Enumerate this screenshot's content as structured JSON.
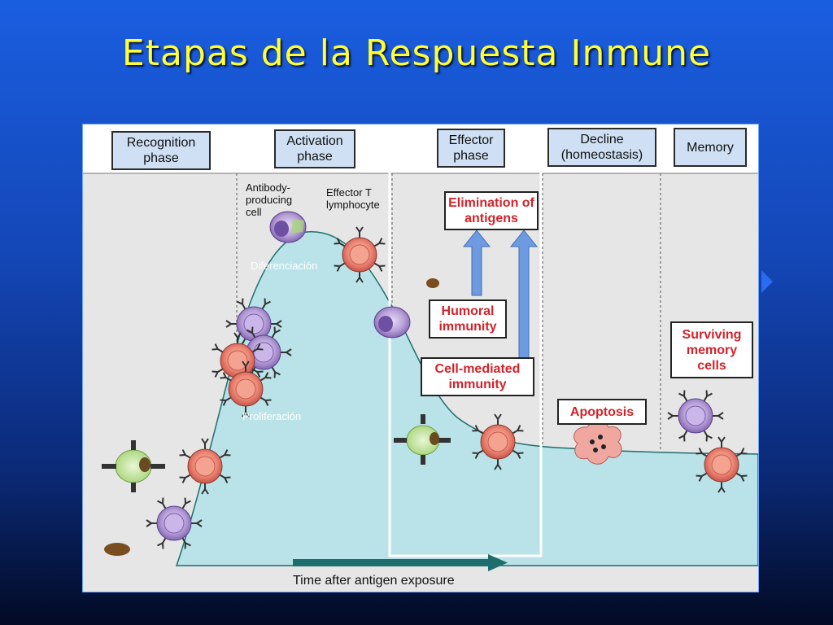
{
  "title": "Etapas de la Respuesta Inmune",
  "phases": [
    {
      "id": "recognition",
      "label": "Recognition phase"
    },
    {
      "id": "activation",
      "label": "Activation phase"
    },
    {
      "id": "effector",
      "label": "Effector phase"
    },
    {
      "id": "decline",
      "label": "Decline (homeostasis)"
    },
    {
      "id": "memory",
      "label": "Memory"
    }
  ],
  "cell_labels": {
    "antibody_producing": "Antibody-producing cell",
    "effector_t": "Effector T lymphocyte"
  },
  "boxes": {
    "elimination": "Elimination of antigens",
    "humoral": "Humoral immunity",
    "cell_mediated": "Cell-mediated immunity",
    "apoptosis": "Apoptosis",
    "surviving": "Surviving memory cells"
  },
  "overlay_labels": {
    "differentiation": "Diferenciación",
    "proliferation": "Proliferación"
  },
  "x_axis_label": "Time after antigen exposure",
  "colors": {
    "background": "#1447b8",
    "title": "#ffff33",
    "header_fill": "#cfe0f4",
    "curve_fill": "#b9e3e8",
    "box_text": "#d2232a",
    "t_cell": "#ef8a78",
    "b_cell": "#b9a2d8",
    "apc": "#c9e7a4",
    "arrow": "#6d9ae0"
  }
}
